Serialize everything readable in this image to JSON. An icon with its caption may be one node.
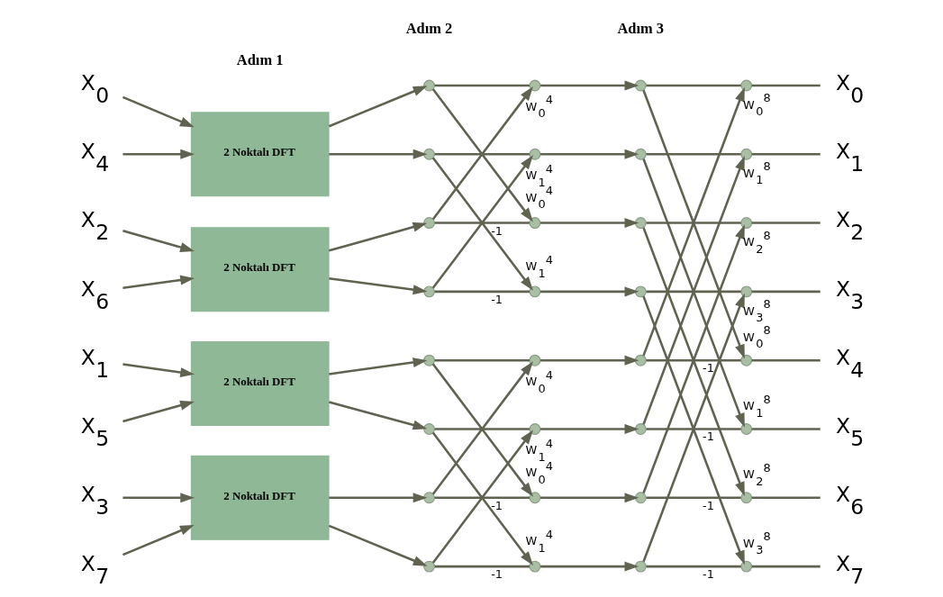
{
  "diagram": {
    "nodes": [
      {
        "text": [
          "X$_{0}$"
        ]
      },
      {
        "text": [
          "X$_{4}$"
        ]
      },
      {
        "text": [
          "X$_{2}$"
        ]
      },
      {
        "text": [
          "X$_{6}$"
        ]
      },
      {
        "text": [
          "X$_{1}$"
        ]
      },
      {
        "text": [
          "X$_{5}$"
        ]
      },
      {
        "text": [
          "X$_{3}$"
        ]
      },
      {
        "text": [
          "X$_{7}$"
        ]
      },
      {
        "text": [
          "2 Noktalı DFT"
        ]
      },
      {
        "text": [
          "2 Noktalı DFT"
        ]
      },
      {
        "text": [
          "2 Noktalı DFT"
        ]
      },
      {
        "text": [
          "2 Noktalı DFT"
        ]
      },
      {
        "text": [],
        "shape": "circle"
      },
      {
        "text": [],
        "shape": "circle"
      },
      {
        "text": [],
        "shape": "circle"
      },
      {
        "text": [],
        "shape": "circle"
      },
      {
        "text": [],
        "shape": "circle"
      },
      {
        "text": [],
        "shape": "circle"
      },
      {
        "text": [],
        "shape": "circle"
      },
      {
        "text": [],
        "shape": "circle"
      },
      {
        "text": [],
        "shape": "circle"
      },
      {
        "text": [],
        "shape": "circle"
      },
      {
        "text": [],
        "shape": "circle"
      },
      {
        "text": [],
        "shape": "circle"
      },
      {
        "text": [],
        "shape": "circle"
      },
      {
        "text": [],
        "shape": "circle"
      },
      {
        "text": [],
        "shape": "circle"
      },
      {
        "text": [],
        "shape": "circle"
      },
      {
        "text": [],
        "shape": "circle"
      },
      {
        "text": [],
        "shape": "circle"
      },
      {
        "text": [],
        "shape": "circle"
      },
      {
        "text": [],
        "shape": "circle"
      },
      {
        "text": [],
        "shape": "circle"
      },
      {
        "text": [],
        "shape": "circle"
      },
      {
        "text": [],
        "shape": "circle"
      },
      {
        "text": [],
        "shape": "circle"
      },
      {
        "text": [],
        "shape": "circle"
      },
      {
        "text": [],
        "shape": "circle"
      },
      {
        "text": [],
        "shape": "circle"
      },
      {
        "text": [],
        "shape": "circle"
      },
      {
        "text": [],
        "shape": "circle"
      },
      {
        "text": [],
        "shape": "circle"
      },
      {
        "text": [],
        "shape": "circle"
      },
      {
        "text": [],
        "shape": "circle"
      },
      {
        "text": [
          "X$_{0}$"
        ]
      },
      {
        "text": [
          "X$_{1}$"
        ]
      },
      {
        "text": [
          "X$_{2}$"
        ]
      },
      {
        "text": [
          "X$_{3}$"
        ]
      },
      {
        "text": [
          "X$_{4}$"
        ]
      },
      {
        "text": [
          "X$_{5}$"
        ]
      },
      {
        "text": [
          "X$_{6}$"
        ]
      },
      {
        "text": [
          "X$_{7}$"
        ]
      }
    ],
    "edges": [
      {
        "from": 0,
        "to": 8,
        "arrow": "to"
      },
      {
        "from": 1,
        "to": 8,
        "arrow": "to"
      },
      {
        "from": 2,
        "to": 9,
        "arrow": "to"
      },
      {
        "from": 3,
        "to": 9,
        "arrow": "to"
      },
      {
        "from": 4,
        "to": 10,
        "arrow": "to"
      },
      {
        "from": 5,
        "to": 10,
        "arrow": "to"
      },
      {
        "from": 6,
        "to": 11,
        "arrow": "to"
      },
      {
        "from": 7,
        "to": 11,
        "arrow": "to"
      },
      {
        "from": 8,
        "to": 12,
        "arrow": "to"
      },
      {
        "from": 8,
        "to": 13,
        "arrow": "to"
      },
      {
        "from": 9,
        "to": 14,
        "arrow": "to"
      },
      {
        "from": 9,
        "to": 15,
        "arrow": "to"
      },
      {
        "from": 10,
        "to": 16,
        "arrow": "to"
      },
      {
        "from": 10,
        "to": 17,
        "arrow": "to"
      },
      {
        "from": 11,
        "to": 18,
        "arrow": "to"
      },
      {
        "from": 11,
        "to": 19,
        "arrow": "to"
      },
      {
        "from": 12,
        "to": 20,
        "arrow": "none"
      },
      {
        "from": 12,
        "to": 22,
        "arrow": "to",
        "label": "W$_{0}$$^{4}$"
      },
      {
        "from": 13,
        "to": 21,
        "arrow": "none"
      },
      {
        "from": 13,
        "to": 23,
        "arrow": "to",
        "label": "W$_{1}$$^{4}$"
      },
      {
        "from": 14,
        "to": 20,
        "arrow": "to",
        "label": "W$_{0}$$^{4}$"
      },
      {
        "from": 14,
        "to": 22,
        "arrow": "none",
        "label": "-1"
      },
      {
        "from": 15,
        "to": 21,
        "arrow": "to",
        "label": "W$_{1}$$^{4}$"
      },
      {
        "from": 15,
        "to": 23,
        "arrow": "none",
        "label": "-1"
      },
      {
        "from": 16,
        "to": 24,
        "arrow": "none"
      },
      {
        "from": 16,
        "to": 26,
        "arrow": "to",
        "label": "W$_{0}$$^{4}$"
      },
      {
        "from": 17,
        "to": 25,
        "arrow": "none"
      },
      {
        "from": 17,
        "to": 27,
        "arrow": "to",
        "label": "W$_{1}$$^{4}$"
      },
      {
        "from": 18,
        "to": 24,
        "arrow": "to",
        "label": "W$_{0}$$^{4}$"
      },
      {
        "from": 18,
        "to": 26,
        "arrow": "none",
        "label": "-1"
      },
      {
        "from": 19,
        "to": 25,
        "arrow": "to",
        "label": "W$_{1}$$^{4}$"
      },
      {
        "from": 19,
        "to": 27,
        "arrow": "none",
        "label": "-1"
      },
      {
        "from": 20,
        "to": 28,
        "arrow": "to"
      },
      {
        "from": 21,
        "to": 29,
        "arrow": "to"
      },
      {
        "from": 22,
        "to": 30,
        "arrow": "to"
      },
      {
        "from": 23,
        "to": 31,
        "arrow": "to"
      },
      {
        "from": 24,
        "to": 32,
        "arrow": "to"
      },
      {
        "from": 25,
        "to": 33,
        "arrow": "to"
      },
      {
        "from": 26,
        "to": 34,
        "arrow": "to"
      },
      {
        "from": 27,
        "to": 35,
        "arrow": "to"
      },
      {
        "from": 28,
        "to": 36,
        "arrow": "none"
      },
      {
        "from": 28,
        "to": 40,
        "arrow": "to",
        "label": "W$_{0}$$^{8}$"
      },
      {
        "from": 29,
        "to": 37,
        "arrow": "none"
      },
      {
        "from": 29,
        "to": 41,
        "arrow": "to",
        "label": "W$_{1}$$^{8}$"
      },
      {
        "from": 30,
        "to": 38,
        "arrow": "none"
      },
      {
        "from": 30,
        "to": 42,
        "arrow": "to",
        "label": "W$_{2}$$^{8}$"
      },
      {
        "from": 31,
        "to": 39,
        "arrow": "none"
      },
      {
        "from": 31,
        "to": 43,
        "arrow": "to",
        "label": "W$_{3}$$^{8}$"
      },
      {
        "from": 32,
        "to": 36,
        "arrow": "to",
        "label": "W$_{0}$$^{8}$"
      },
      {
        "from": 32,
        "to": 40,
        "arrow": "none",
        "label": "-1"
      },
      {
        "from": 33,
        "to": 37,
        "arrow": "to",
        "label": "W$_{1}$$^{8}$"
      },
      {
        "from": 33,
        "to": 41,
        "arrow": "none",
        "label": "-1"
      },
      {
        "from": 34,
        "to": 38,
        "arrow": "to",
        "label": "W$_{2}$$^{8}$"
      },
      {
        "from": 34,
        "to": 42,
        "arrow": "none",
        "label": "-1"
      },
      {
        "from": 35,
        "to": 39,
        "arrow": "to",
        "label": "W$_{3}$$^{8}$"
      },
      {
        "from": 35,
        "to": 43,
        "arrow": "none",
        "label": "-1"
      },
      {
        "from": 36,
        "to": 44,
        "arrow": "none"
      },
      {
        "from": 37,
        "to": 45,
        "arrow": "none"
      },
      {
        "from": 38,
        "to": 46,
        "arrow": "none"
      },
      {
        "from": 39,
        "to": 47,
        "arrow": "none"
      },
      {
        "from": 40,
        "to": 48,
        "arrow": "none"
      },
      {
        "from": 41,
        "to": 49,
        "arrow": "none"
      },
      {
        "from": 42,
        "to": 50,
        "arrow": "none"
      },
      {
        "from": 43,
        "to": 51,
        "arrow": "none"
      }
    ],
    "labels": [
      "Adım 1",
      "Adım 2",
      "Adım 3"
    ]
  }
}
